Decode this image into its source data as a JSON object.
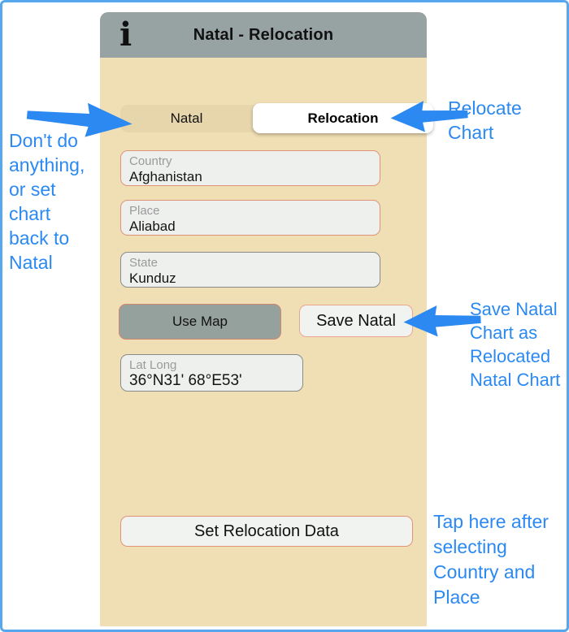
{
  "colors": {
    "frame_blue": "#57a7ee",
    "annotation_blue": "#2b89f1",
    "panel_tan": "#f0dfb5",
    "header_gray": "#97a3a2",
    "seg_tan": "#e7d6ab",
    "field_bg": "#eef0ee",
    "salmon_border": "#e09377",
    "gray_border": "#8a8a8a",
    "usemap_gray": "#95a19c"
  },
  "app": {
    "header": {
      "title": "Natal - Relocation",
      "info_icon": "i"
    },
    "tabs": [
      {
        "label": "Natal",
        "selected": false
      },
      {
        "label": "Relocation",
        "selected": true
      }
    ],
    "fields": [
      {
        "label": "Country",
        "value": "Afghanistan"
      },
      {
        "label": "Place",
        "value": "Aliabad"
      },
      {
        "label": "State",
        "value": "Kunduz"
      },
      {
        "label": "Lat Long",
        "value": "36°N31' 68°E53'"
      }
    ],
    "buttons": {
      "use_map": "Use Map",
      "save_natal": "Save Natal",
      "set_relocation": "Set Relocation Data"
    }
  },
  "annotations": {
    "natal_note": {
      "lines": [
        "Don't do",
        "anything,",
        "or set",
        "chart",
        "back to",
        "Natal"
      ]
    },
    "relocate_note": {
      "lines": [
        "Relocate",
        "Chart"
      ]
    },
    "save_note": {
      "lines": [
        "Save Natal",
        "Chart as",
        "Relocated",
        "Natal Chart"
      ]
    },
    "tap_note": {
      "lines": [
        "Tap here after",
        "selecting",
        "Country and",
        "Place"
      ]
    }
  }
}
